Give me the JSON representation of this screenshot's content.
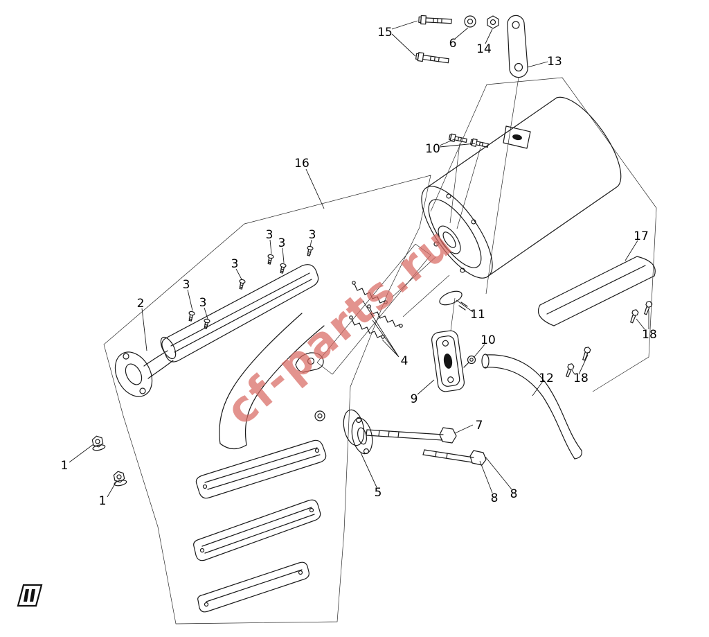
{
  "diagram": {
    "watermark": "cf-parts.ru",
    "colors": {
      "line": "#1a1a1a",
      "watermark": "#d96a63",
      "background": "#ffffff"
    },
    "callouts": [
      {
        "text": "15"
      },
      {
        "text": "6"
      },
      {
        "text": "14"
      },
      {
        "text": "13"
      },
      {
        "text": "10"
      },
      {
        "text": "16"
      },
      {
        "text": "3"
      },
      {
        "text": "3"
      },
      {
        "text": "3"
      },
      {
        "text": "3"
      },
      {
        "text": "3"
      },
      {
        "text": "3"
      },
      {
        "text": "2"
      },
      {
        "text": "17"
      },
      {
        "text": "11"
      },
      {
        "text": "18"
      },
      {
        "text": "4"
      },
      {
        "text": "10"
      },
      {
        "text": "12"
      },
      {
        "text": "18"
      },
      {
        "text": "9"
      },
      {
        "text": "7"
      },
      {
        "text": "1"
      },
      {
        "text": "1"
      },
      {
        "text": "5"
      },
      {
        "text": "8"
      },
      {
        "text": "8"
      }
    ],
    "icons": {
      "bottom_left_logo": "manufacturer-logo-mark"
    }
  }
}
